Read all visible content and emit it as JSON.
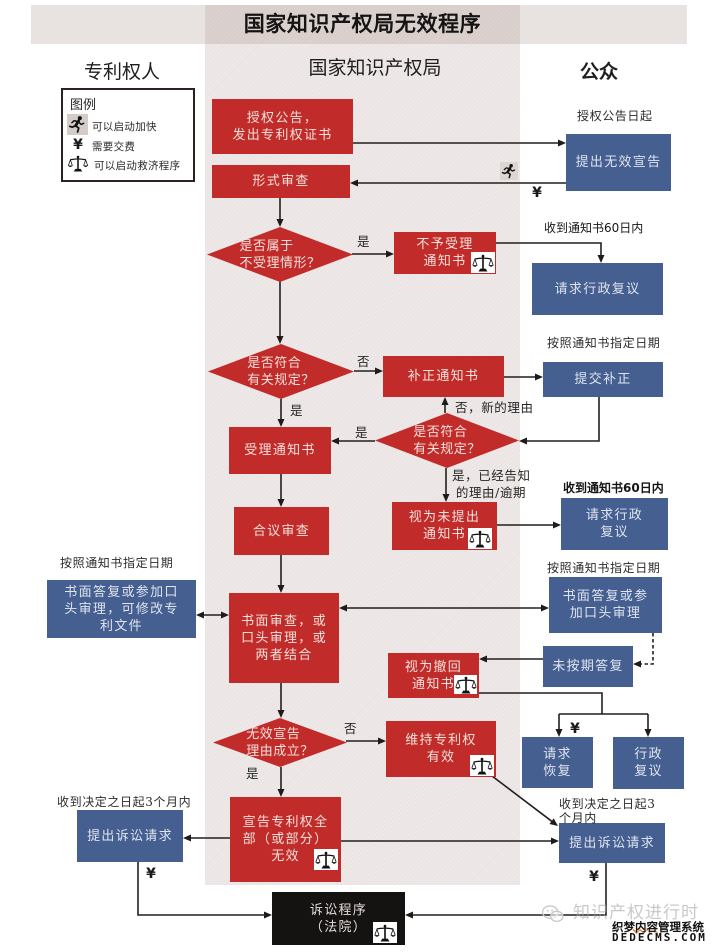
{
  "title": "国家知识产权局无效程序",
  "colors": {
    "cnipa_step": "#c12b29",
    "party_action": "#445f90",
    "court": "#151312",
    "title_band": "#e8e2e0"
  },
  "columns": {
    "patentee": "专利权人",
    "cnipa": "国家知识产权局",
    "public": "公众"
  },
  "legend": {
    "heading": "图例",
    "items": [
      {
        "icon": "runner-icon",
        "label": "可以启动加快"
      },
      {
        "icon": "yen-icon",
        "symbol": "¥",
        "label": "需要交费"
      },
      {
        "icon": "scales-icon",
        "label": "可以启动救济程序"
      }
    ]
  },
  "markers": {
    "expedite_icon": "runner-icon",
    "fee_icon": "yen-icon",
    "fee_symbol": "¥",
    "remedy_icon": "scales-icon"
  },
  "cnipa_steps": {
    "grant_announcement": [
      "授权公告，",
      "发出专利权证书"
    ],
    "formal_examination": [
      "形式审查"
    ],
    "rejection_notice": [
      "不予受理",
      "通知书"
    ],
    "correction_notice": [
      "补正通知书"
    ],
    "acceptance_notice": [
      "受理通知书"
    ],
    "deemed_not_filed_notice": [
      "视为未提出",
      "通知书"
    ],
    "collegial_examination": [
      "合议审查"
    ],
    "written_or_oral_examination": [
      "书面审查，或",
      "口头审理，或",
      "两者结合"
    ],
    "deemed_withdrawn_notice": [
      "视为撤回",
      "通知书"
    ],
    "maintain_patent_valid": [
      "维持专利权",
      "有效"
    ],
    "declare_patent_invalid": [
      "宣告专利权全",
      "部（或部分）",
      "无效"
    ]
  },
  "decisions": {
    "inadmissible_case": [
      "是否属于",
      "不受理情形？"
    ],
    "meets_requirements": [
      "是否符合",
      "有关规定？"
    ],
    "meets_requirements_after_correction": [
      "是否符合",
      "有关规定？"
    ],
    "grounds_established": [
      "无效宣告",
      "理由成立？"
    ]
  },
  "party_actions": {
    "file_invalidation_request": [
      "提出无效宣告"
    ],
    "request_admin_review_inadmissible": [
      "请求行政复议"
    ],
    "submit_correction": [
      "提交补正"
    ],
    "request_admin_review_not_filed": [
      "请求行政",
      "复议"
    ],
    "patentee_written_or_oral_response": [
      "书面答复或参加口",
      "头审理，可修改专",
      "利文件"
    ],
    "public_written_or_oral_response": [
      "书面答复或参",
      "加口头审理"
    ],
    "no_timely_reply": [
      "未按期答复"
    ],
    "request_restoration": [
      "请求",
      "恢复"
    ],
    "admin_review_after_withdrawal": [
      "行政",
      "复议"
    ],
    "patentee_file_lawsuit": [
      "提出诉讼请求"
    ],
    "public_file_lawsuit": [
      "提出诉讼请求"
    ]
  },
  "court": {
    "litigation_procedure": [
      "诉讼程序",
      "（法院）"
    ]
  },
  "time_limits": {
    "from_grant_date": "授权公告日起",
    "within_60_days_inadmissible": "收到通知书60日内",
    "correction_deadline": "按照通知书指定日期",
    "within_60_days_not_filed": "收到通知书60日内",
    "patentee_response_deadline": "按照通知书指定日期",
    "public_response_deadline": "按照通知书指定日期",
    "patentee_lawsuit_deadline": "收到决定之日起3个月内",
    "public_lawsuit_deadline": [
      "收到决定之日起3",
      "个月内"
    ]
  },
  "branch_labels": {
    "inadmissible_yes": "是",
    "requirements_no": "否",
    "requirements_yes": "是",
    "recheck_no_new_grounds": "否，新的理由",
    "recheck_yes": "是",
    "recheck_yes_notified_or_late": [
      "是，已经告知",
      "的理由/逾期"
    ],
    "grounds_no": "否",
    "grounds_yes": "是"
  },
  "watermark": {
    "account": "知识产权进行时",
    "cms_name": "织梦内容管理系统",
    "cms_domain": "DEDECMS.COM"
  }
}
